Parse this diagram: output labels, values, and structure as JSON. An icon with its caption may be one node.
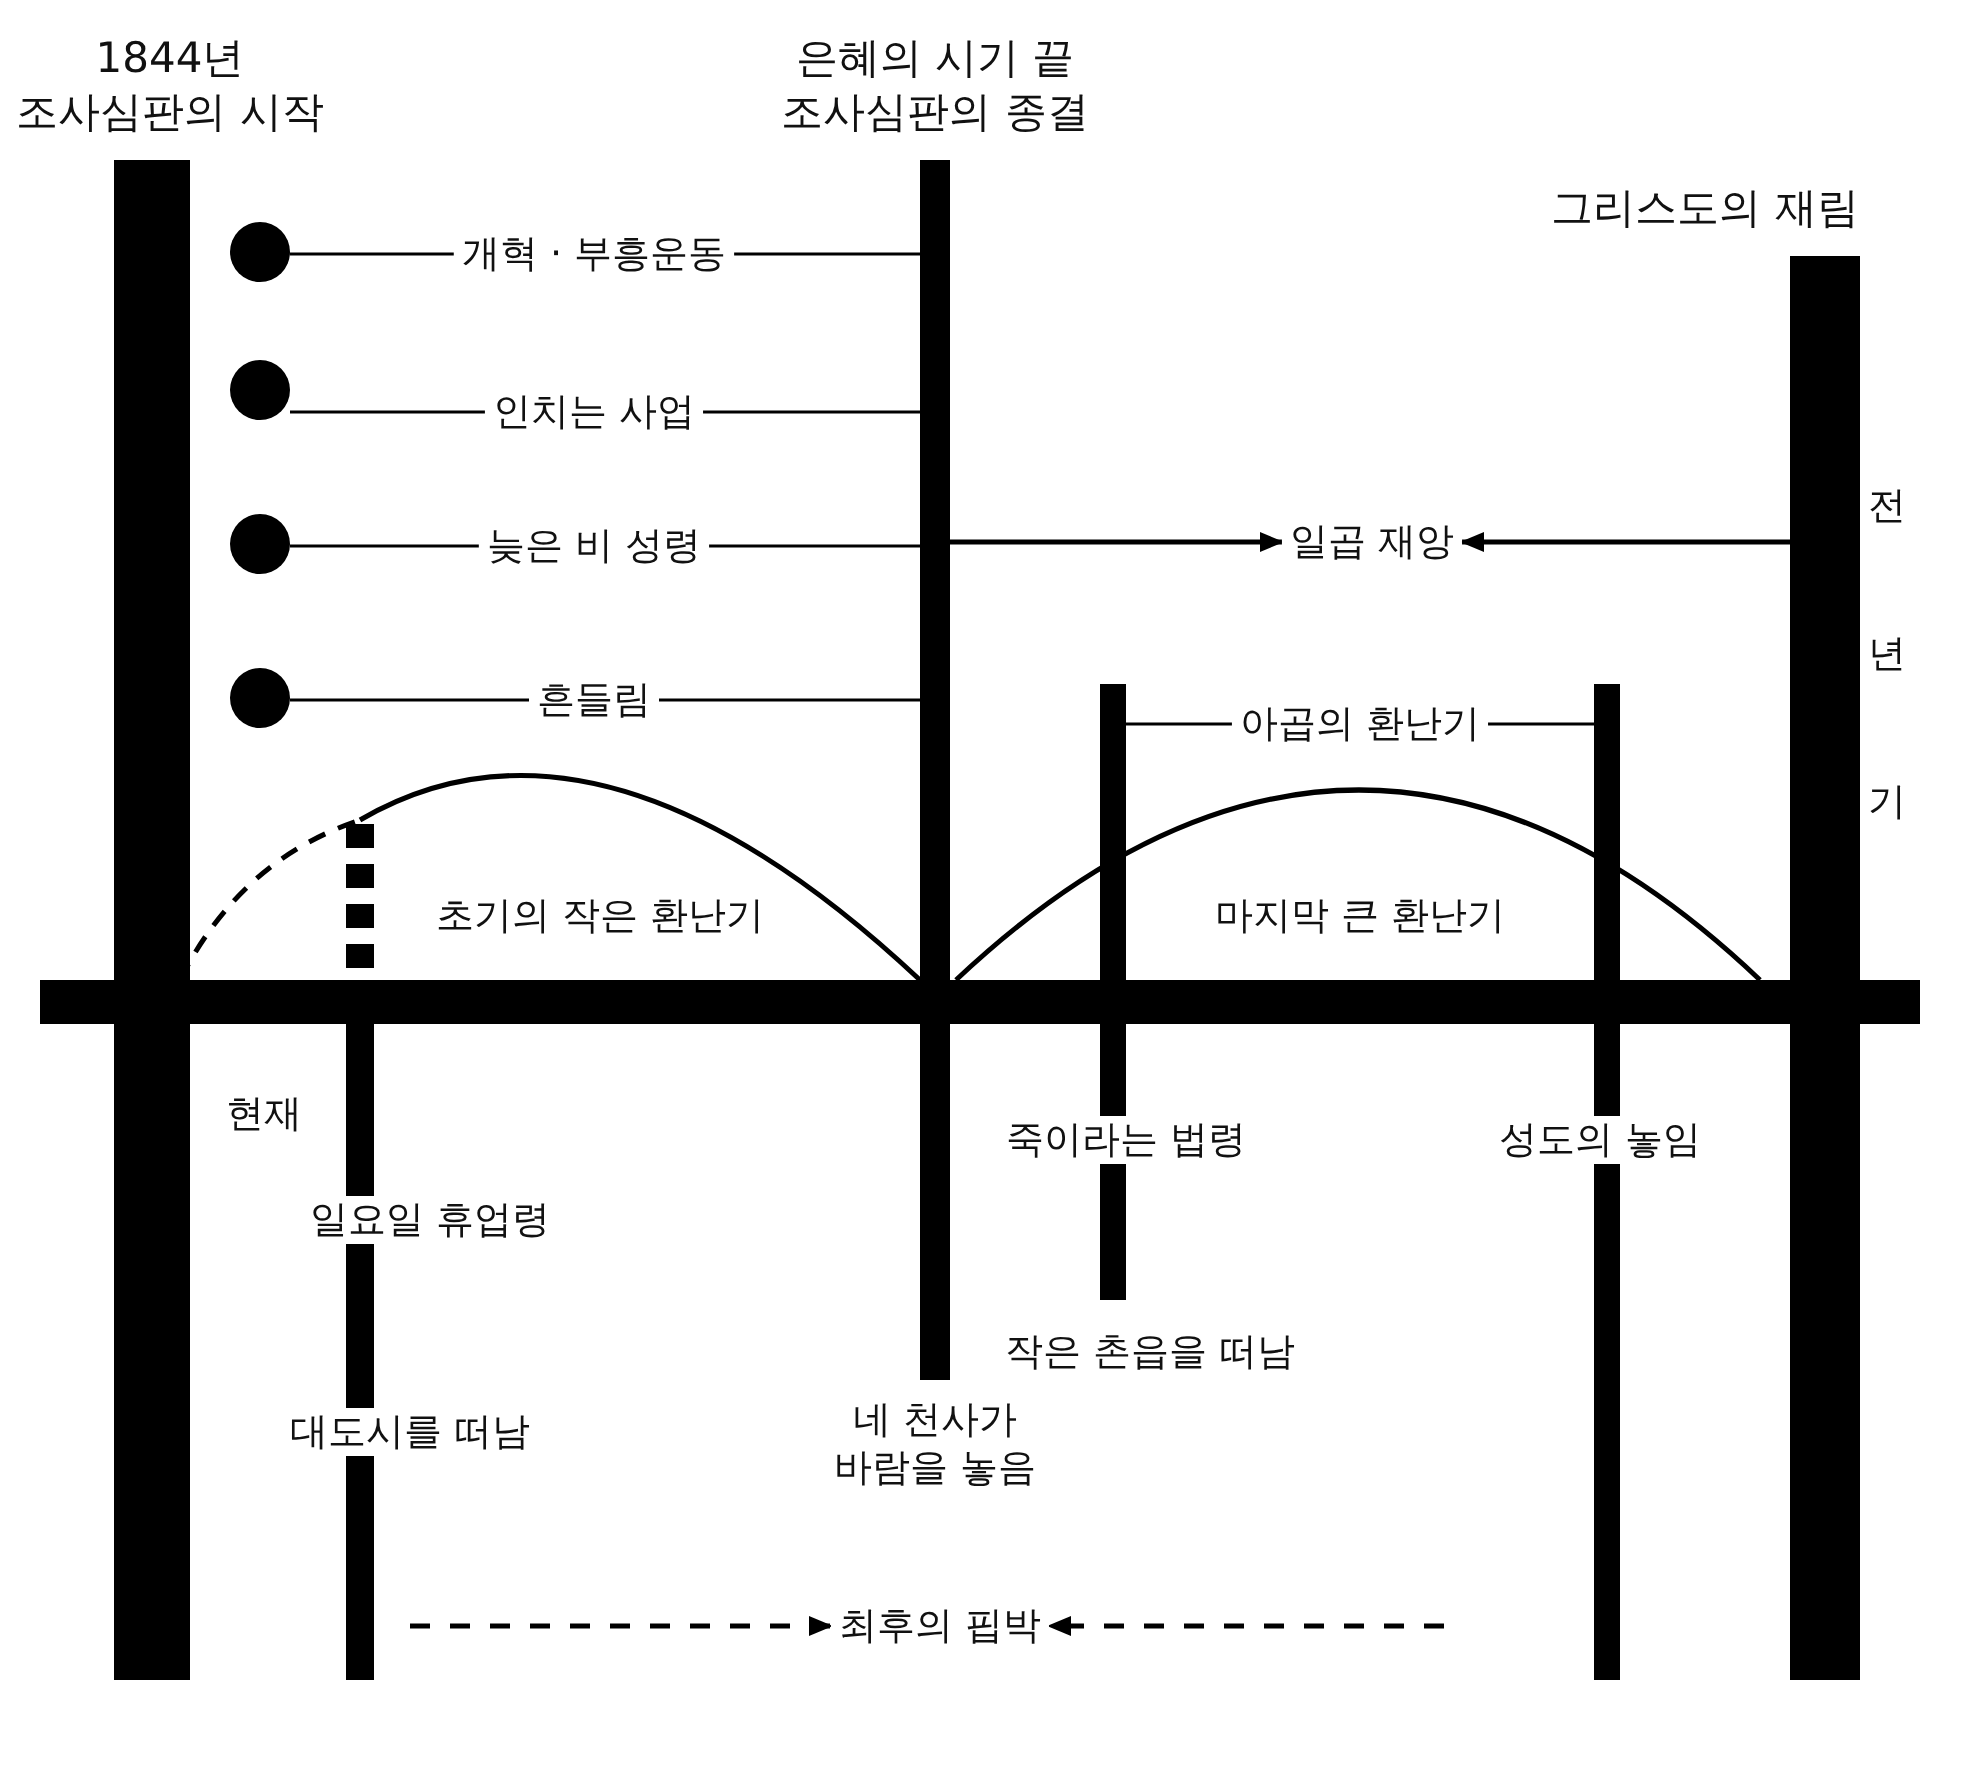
{
  "diagram": {
    "nodes": [
      {
        "text": [
          "1844년 조사심판의 시작"
        ]
      },
      {
        "text": [
          "은혜의 시기 끝 조사심판의 종결"
        ],
        "beside": [
          "네 천사가 바람을 놓음"
        ]
      },
      {
        "text": [
          "그리스도의 재림"
        ],
        "beside": [
          "전년기"
        ]
      },
      {
        "text": [],
        "shape": "circle"
      },
      {
        "text": [],
        "shape": "circle"
      },
      {
        "text": [],
        "shape": "circle"
      },
      {
        "text": [],
        "shape": "circle"
      },
      {
        "text": [
          "개혁 · 부흥운동"
        ]
      },
      {
        "text": [
          "인치는 사업"
        ]
      },
      {
        "text": [
          "늦은 비 성령"
        ]
      },
      {
        "text": [
          "흔들림"
        ]
      },
      {
        "text": [
          "일곱 재앙"
        ]
      },
      {
        "text": [],
        "shape": "bar"
      },
      {
        "text": [],
        "shape": "bar"
      },
      {
        "text": [
          "아곱의 환난기"
        ]
      },
      {
        "text": [
          "최후의 핍박"
        ]
      }
    ],
    "edges": [
      {
        "from": 3,
        "to": 7,
        "arrow": "none"
      },
      {
        "from": 7,
        "to": 1,
        "arrow": "none"
      },
      {
        "from": 4,
        "to": 8,
        "arrow": "none"
      },
      {
        "from": 8,
        "to": 1,
        "arrow": "none"
      },
      {
        "from": 5,
        "to": 9,
        "arrow": "none"
      },
      {
        "from": 9,
        "to": 1,
        "arrow": "none"
      },
      {
        "from": 6,
        "to": 10,
        "arrow": "none"
      },
      {
        "from": 10,
        "to": 1,
        "arrow": "none"
      },
      {
        "from": 1,
        "to": 11,
        "arrow": "to"
      },
      {
        "from": 2,
        "to": 11,
        "arrow": "to"
      },
      {
        "from": 14,
        "to": 12,
        "arrow": "none"
      },
      {
        "from": 14,
        "to": 13,
        "arrow": "none"
      },
      {
        "from": null,
        "to": 15,
        "arrow": "to",
        "style": "dashed"
      },
      {
        "from": null,
        "to": 15,
        "arrow": "to",
        "style": "dashed"
      }
    ],
    "labels": [
      "초기의 작은 환난기",
      "마지막 큰 환난기",
      "현재",
      "일요일 휴업령",
      "대도시를 떠남",
      "죽이라는 법령",
      "작은 촌읍을 떠남",
      "성도의 놓임"
    ]
  }
}
